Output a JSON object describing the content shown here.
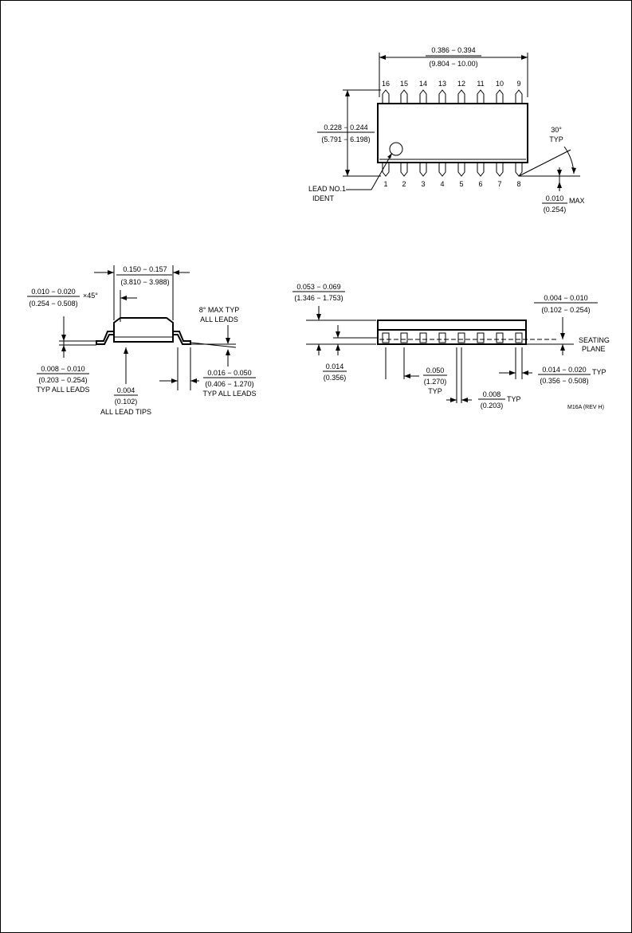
{
  "top_view": {
    "pins_top": [
      "16",
      "15",
      "14",
      "13",
      "12",
      "11",
      "10",
      "9"
    ],
    "pins_bottom": [
      "1",
      "2",
      "3",
      "4",
      "5",
      "6",
      "7",
      "8"
    ],
    "length_in": "0.386 − 0.394",
    "length_mm": "(9.804 − 10.00)",
    "width_in": "0.228 − 0.244",
    "width_mm": "(5.791 − 6.198)",
    "angle": "30°",
    "angle_typ": "TYP",
    "max_in": "0.010",
    "max_suffix": "MAX",
    "max_mm": "(0.254)",
    "lead_ident_line1": "LEAD NO.1",
    "lead_ident_line2": "IDENT"
  },
  "end_view": {
    "body_in": "0.150 − 0.157",
    "body_mm": "(3.810 − 3.988)",
    "chamfer_in": "0.010 − 0.020",
    "chamfer_mm": "(0.254 − 0.508)",
    "chamfer_suffix": "×45°",
    "angle_label_1": "8° MAX TYP",
    "angle_label_2": "ALL LEADS",
    "lead_thk_in": "0.008 − 0.010",
    "lead_thk_mm": "(0.203 − 0.254)",
    "lead_thk_note": "TYP ALL LEADS",
    "tip_in": "0.004",
    "tip_mm": "(0.102)",
    "tip_note": "ALL LEAD TIPS",
    "foot_in": "0.016 − 0.050",
    "foot_mm": "(0.406 − 1.270)",
    "foot_note": "TYP ALL LEADS"
  },
  "side_view": {
    "height_in": "0.053 − 0.069",
    "height_mm": "(1.346 − 1.753)",
    "standoff_in": "0.004 − 0.010",
    "standoff_mm": "(0.102 − 0.254)",
    "seating_1": "SEATING",
    "seating_2": "PLANE",
    "lead_h_in": "0.014",
    "lead_h_mm": "(0.356)",
    "pitch_in": "0.050",
    "pitch_mm": "(1.270)",
    "pitch_typ": "TYP",
    "lead_w_in": "0.014 − 0.020",
    "lead_w_mm": "(0.356 − 0.508)",
    "lead_w_typ": "TYP",
    "lead_t_in": "0.008",
    "lead_t_mm": "(0.203)",
    "lead_t_typ": "TYP",
    "drawing_ref": "M16A (REV H)"
  }
}
